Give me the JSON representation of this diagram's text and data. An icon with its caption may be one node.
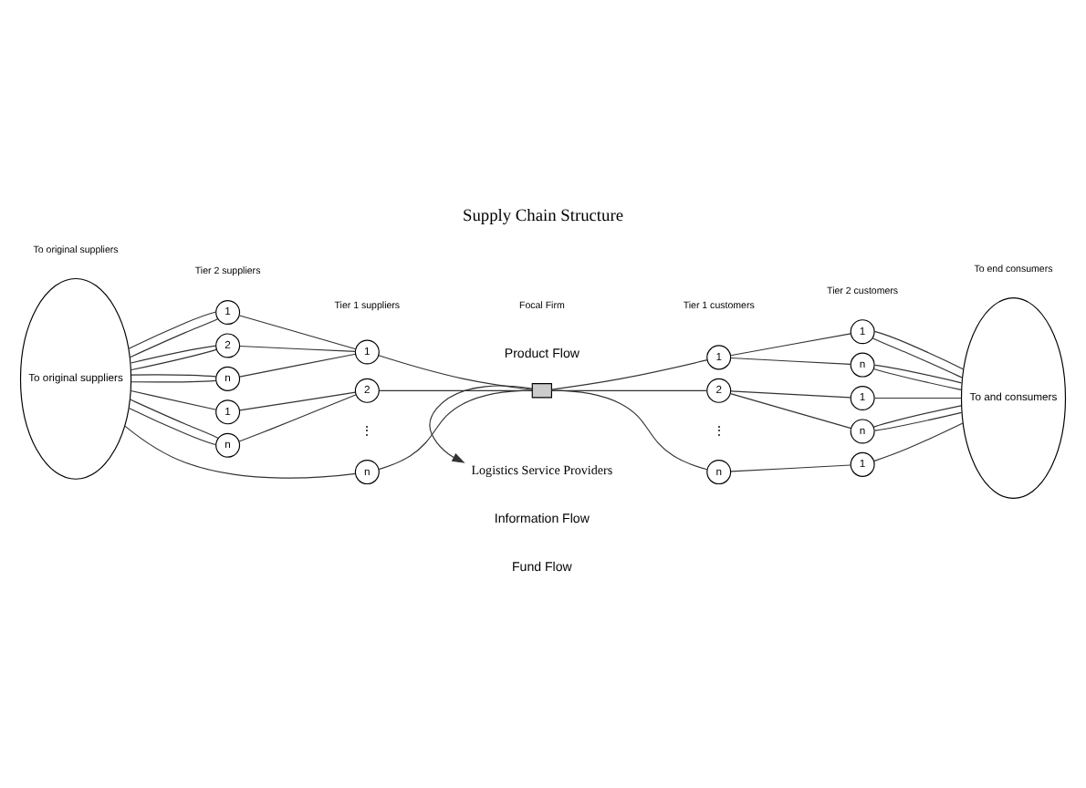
{
  "diagram": {
    "title": "Supply Chain Structure",
    "nodes": [
      {
        "text": [
          "To original suppliers"
        ]
      },
      {
        "text": [
          "1"
        ]
      },
      {
        "text": [
          "2"
        ]
      },
      {
        "text": [
          "n"
        ]
      },
      {
        "text": [
          "1"
        ]
      },
      {
        "text": [
          "n"
        ]
      },
      {
        "text": [
          "1"
        ]
      },
      {
        "text": [
          "2"
        ]
      },
      {
        "text": [
          "n"
        ]
      },
      {
        "text": [],
        "shape": "box"
      },
      {
        "text": [
          "1"
        ]
      },
      {
        "text": [
          "2"
        ]
      },
      {
        "text": [
          "n"
        ]
      },
      {
        "text": [
          "1"
        ]
      },
      {
        "text": [
          "n"
        ]
      },
      {
        "text": [
          "1"
        ]
      },
      {
        "text": [
          "n"
        ]
      },
      {
        "text": [
          "1"
        ]
      },
      {
        "text": [
          "To and consumers"
        ]
      },
      {
        "text": [
          "Logistics Service Providers"
        ]
      }
    ],
    "edges": [
      {
        "from": 0,
        "to": 1,
        "arrow": "none"
      },
      {
        "from": 0,
        "to": 1,
        "arrow": "none"
      },
      {
        "from": 0,
        "to": 2,
        "arrow": "none"
      },
      {
        "from": 0,
        "to": 2,
        "arrow": "none"
      },
      {
        "from": 0,
        "to": 3,
        "arrow": "none"
      },
      {
        "from": 0,
        "to": 3,
        "arrow": "none"
      },
      {
        "from": 0,
        "to": 4,
        "arrow": "none"
      },
      {
        "from": 0,
        "to": 5,
        "arrow": "none"
      },
      {
        "from": 0,
        "to": 5,
        "arrow": "none"
      },
      {
        "from": 0,
        "to": 8,
        "arrow": "none"
      },
      {
        "from": 1,
        "to": 6,
        "arrow": "none"
      },
      {
        "from": 2,
        "to": 6,
        "arrow": "none"
      },
      {
        "from": 3,
        "to": 6,
        "arrow": "none"
      },
      {
        "from": 4,
        "to": 7,
        "arrow": "none"
      },
      {
        "from": 5,
        "to": 7,
        "arrow": "none"
      },
      {
        "from": 6,
        "to": 9,
        "arrow": "none"
      },
      {
        "from": 7,
        "to": 9,
        "arrow": "none"
      },
      {
        "from": 8,
        "to": 9,
        "arrow": "none"
      },
      {
        "from": 9,
        "to": 10,
        "arrow": "none"
      },
      {
        "from": 9,
        "to": 11,
        "arrow": "none"
      },
      {
        "from": 9,
        "to": 12,
        "arrow": "none"
      },
      {
        "from": 10,
        "to": 13,
        "arrow": "none"
      },
      {
        "from": 10,
        "to": 14,
        "arrow": "none"
      },
      {
        "from": 11,
        "to": 15,
        "arrow": "none"
      },
      {
        "from": 11,
        "to": 16,
        "arrow": "none"
      },
      {
        "from": 12,
        "to": 17,
        "arrow": "none"
      },
      {
        "from": 13,
        "to": 18,
        "arrow": "none"
      },
      {
        "from": 13,
        "to": 18,
        "arrow": "none"
      },
      {
        "from": 14,
        "to": 18,
        "arrow": "none"
      },
      {
        "from": 14,
        "to": 18,
        "arrow": "none"
      },
      {
        "from": 15,
        "to": 18,
        "arrow": "none"
      },
      {
        "from": 16,
        "to": 18,
        "arrow": "none"
      },
      {
        "from": 16,
        "to": 18,
        "arrow": "none"
      },
      {
        "from": 17,
        "to": 18,
        "arrow": "none"
      },
      {
        "from": 9,
        "to": 19,
        "arrow": "to"
      }
    ],
    "labels": [
      "To original suppliers",
      "Tier 2 suppliers",
      "Tier 1 suppliers",
      "Focal Firm",
      "Tier 1 customers",
      "Tier 2 customers",
      "To end consumers",
      "Product Flow",
      "⋮",
      "⋮",
      "Information Flow",
      "Fund Flow"
    ]
  }
}
